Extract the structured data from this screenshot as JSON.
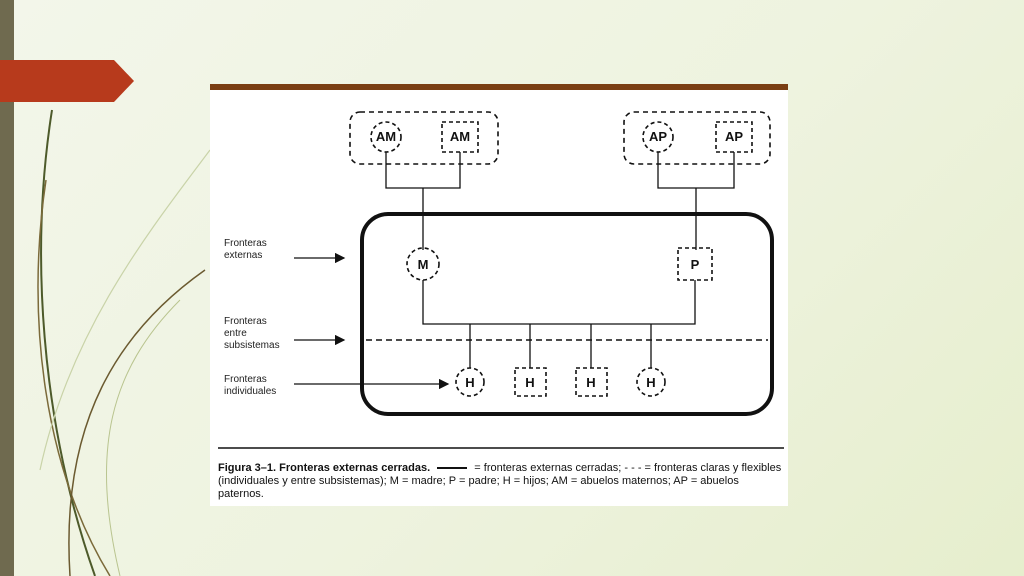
{
  "figure": {
    "nodes": {
      "am_1": "AM",
      "am_2": "AM",
      "ap_1": "AP",
      "ap_2": "AP",
      "m": "M",
      "p": "P",
      "h_1": "H",
      "h_2": "H",
      "h_3": "H",
      "h_4": "H"
    },
    "labels": {
      "externas_1": "Fronteras",
      "externas_2": "externas",
      "entre_1": "Fronteras",
      "entre_2": "entre",
      "entre_3": "subsistemas",
      "individuales_1": "Fronteras",
      "individuales_2": "individuales"
    },
    "caption": {
      "lead": "Figura 3–1. Fronteras externas cerradas.",
      "part1": "= fronteras externas cerradas; - - - = fronteras claras y flexibles (individuales y entre subsistemas); M = madre; P = padre; H = hijos; AM = abuelos maternos; AP = abuelos paternos."
    }
  },
  "theme": {
    "accent_arrow": "#b73a1c",
    "left_bar": "#6f6a4f",
    "figure_top_border": "#7a3e13"
  }
}
